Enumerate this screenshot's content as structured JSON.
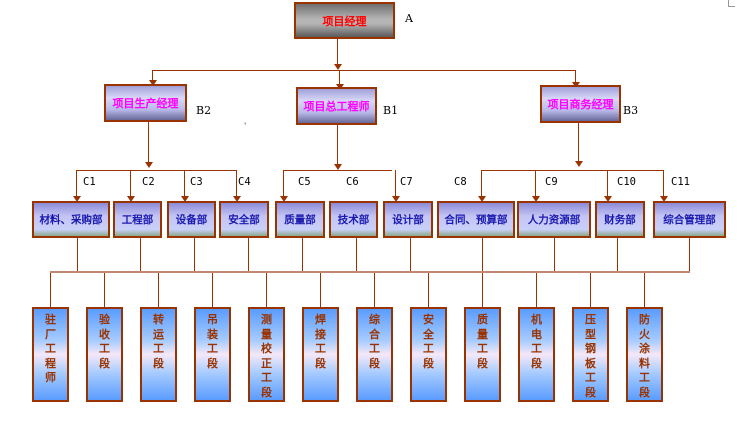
{
  "top": {
    "label": "项目经理",
    "code": "A"
  },
  "second_level": [
    {
      "label": "项目生产经理",
      "code": "B2"
    },
    {
      "label": "项目总工程师",
      "code": "B1"
    },
    {
      "label": "项目商务经理",
      "code": "B3"
    }
  ],
  "departments": [
    {
      "label": "材料、采购部",
      "code": "C1"
    },
    {
      "label": "工程部",
      "code": "C2"
    },
    {
      "label": "设备部",
      "code": "C3"
    },
    {
      "label": "安全部",
      "code": "C4"
    },
    {
      "label": "质量部",
      "code": "C5"
    },
    {
      "label": "技术部",
      "code": "C6"
    },
    {
      "label": "设计部",
      "code": "C7"
    },
    {
      "label": "合同、预算部",
      "code": "C8"
    },
    {
      "label": "人力资源部",
      "code": "C9"
    },
    {
      "label": "财务部",
      "code": "C10"
    },
    {
      "label": "综合管理部",
      "code": "C11"
    }
  ],
  "work_sections": [
    {
      "label": "驻厂工程师"
    },
    {
      "label": "验收工段"
    },
    {
      "label": "转运工段"
    },
    {
      "label": "吊装工段"
    },
    {
      "label": "测量校正工段"
    },
    {
      "label": "焊接工段"
    },
    {
      "label": "综合工段"
    },
    {
      "label": "安全工段"
    },
    {
      "label": "质量工段"
    },
    {
      "label": "机电工段"
    },
    {
      "label": "压型钢板工段"
    },
    {
      "label": "防火涂料工段"
    }
  ],
  "colors": {
    "connector": "#993300",
    "top_text": "#ff0000",
    "second_text": "#ff00ff",
    "dept_text": "#1a1ab0",
    "section_text": "#993300"
  }
}
